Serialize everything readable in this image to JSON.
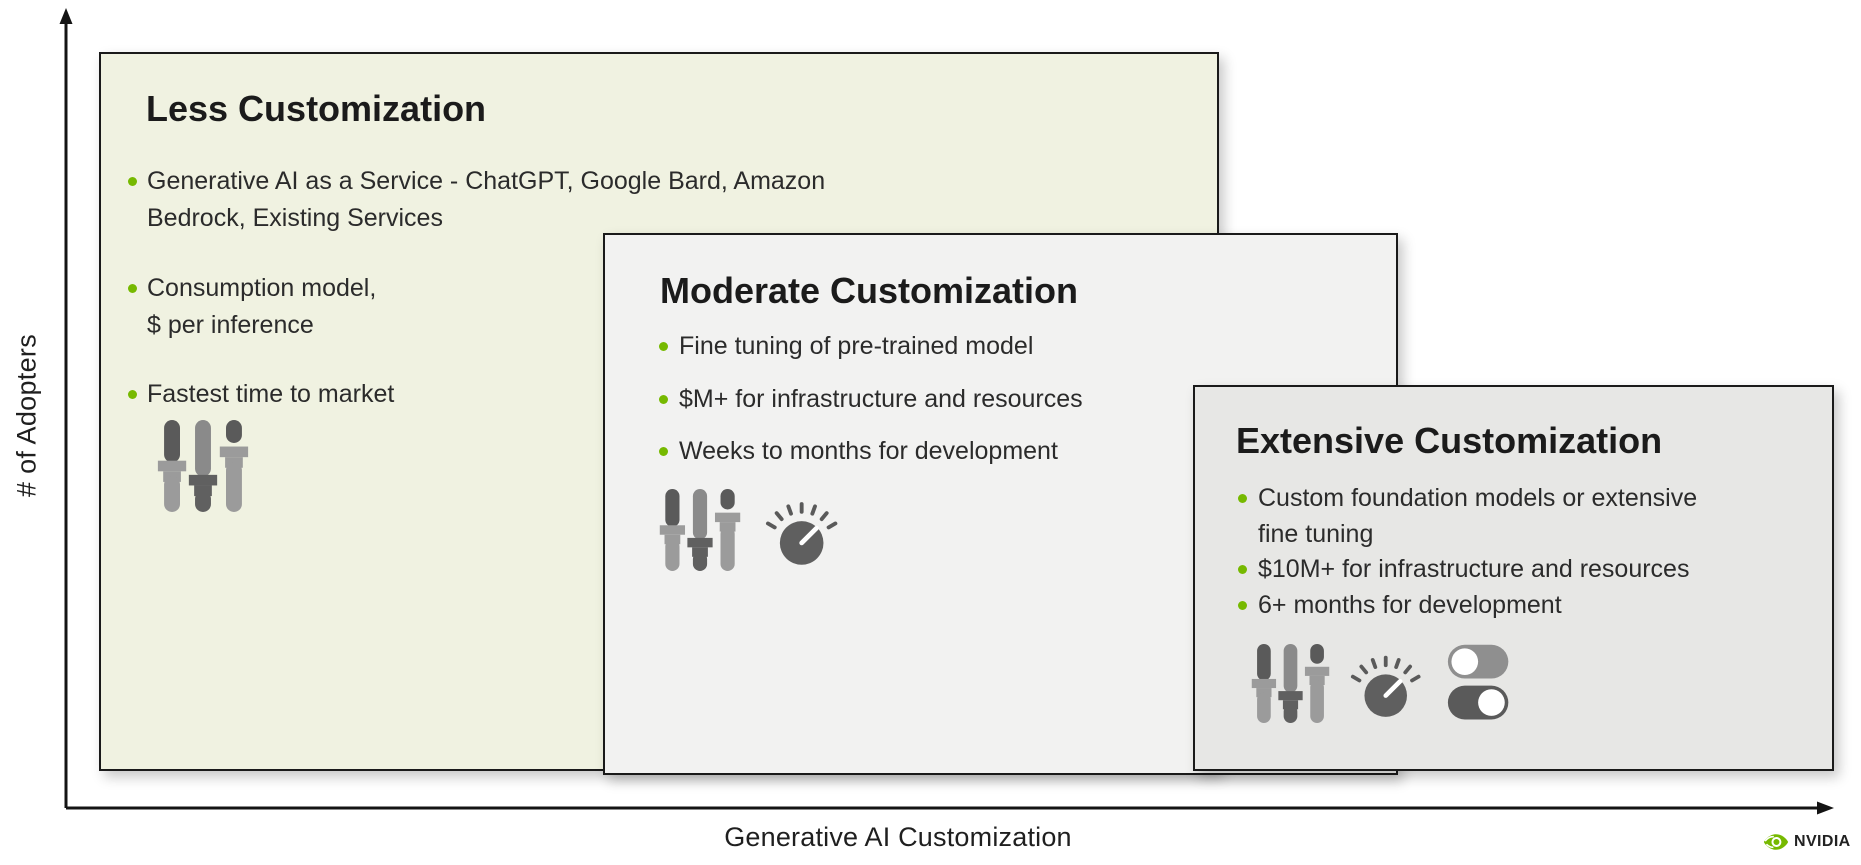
{
  "axes": {
    "y_label": "# of Adopters",
    "x_label": "Generative AI Customization"
  },
  "colors": {
    "nvidia_green": "#76b900",
    "less_box_bg": "#f0f2e1",
    "moderate_box_bg": "#f2f2f1",
    "extensive_box_bg": "#e7e7e5",
    "box_border": "#1a1a1a",
    "title_text": "#1b1b1b",
    "body_text": "#2b2b2b",
    "icon_dark_gray": "#5a5a5a",
    "icon_mid_gray": "#8a8a8a",
    "icon_light_gray": "#9b9b9b"
  },
  "boxes": [
    {
      "id": "less",
      "title": "Less Customization",
      "bullets": [
        "Generative AI as a Service - ChatGPT, Google Bard, Amazon\nBedrock, Existing Services",
        "Consumption model,\n$ per inference",
        "Fastest time to market"
      ],
      "icons": [
        "sliders"
      ]
    },
    {
      "id": "moderate",
      "title": "Moderate Customization",
      "bullets": [
        "Fine tuning of pre-trained model",
        "$M+ for infrastructure and resources",
        "Weeks to months for development"
      ],
      "icons": [
        "sliders",
        "knob"
      ]
    },
    {
      "id": "extensive",
      "title": "Extensive Customization",
      "bullets": [
        "Custom foundation models or extensive\nfine tuning",
        "$10M+ for infrastructure and resources",
        "6+ months for development"
      ],
      "icons": [
        "sliders",
        "knob",
        "toggles"
      ]
    }
  ],
  "logo": {
    "brand": "NVIDIA"
  }
}
